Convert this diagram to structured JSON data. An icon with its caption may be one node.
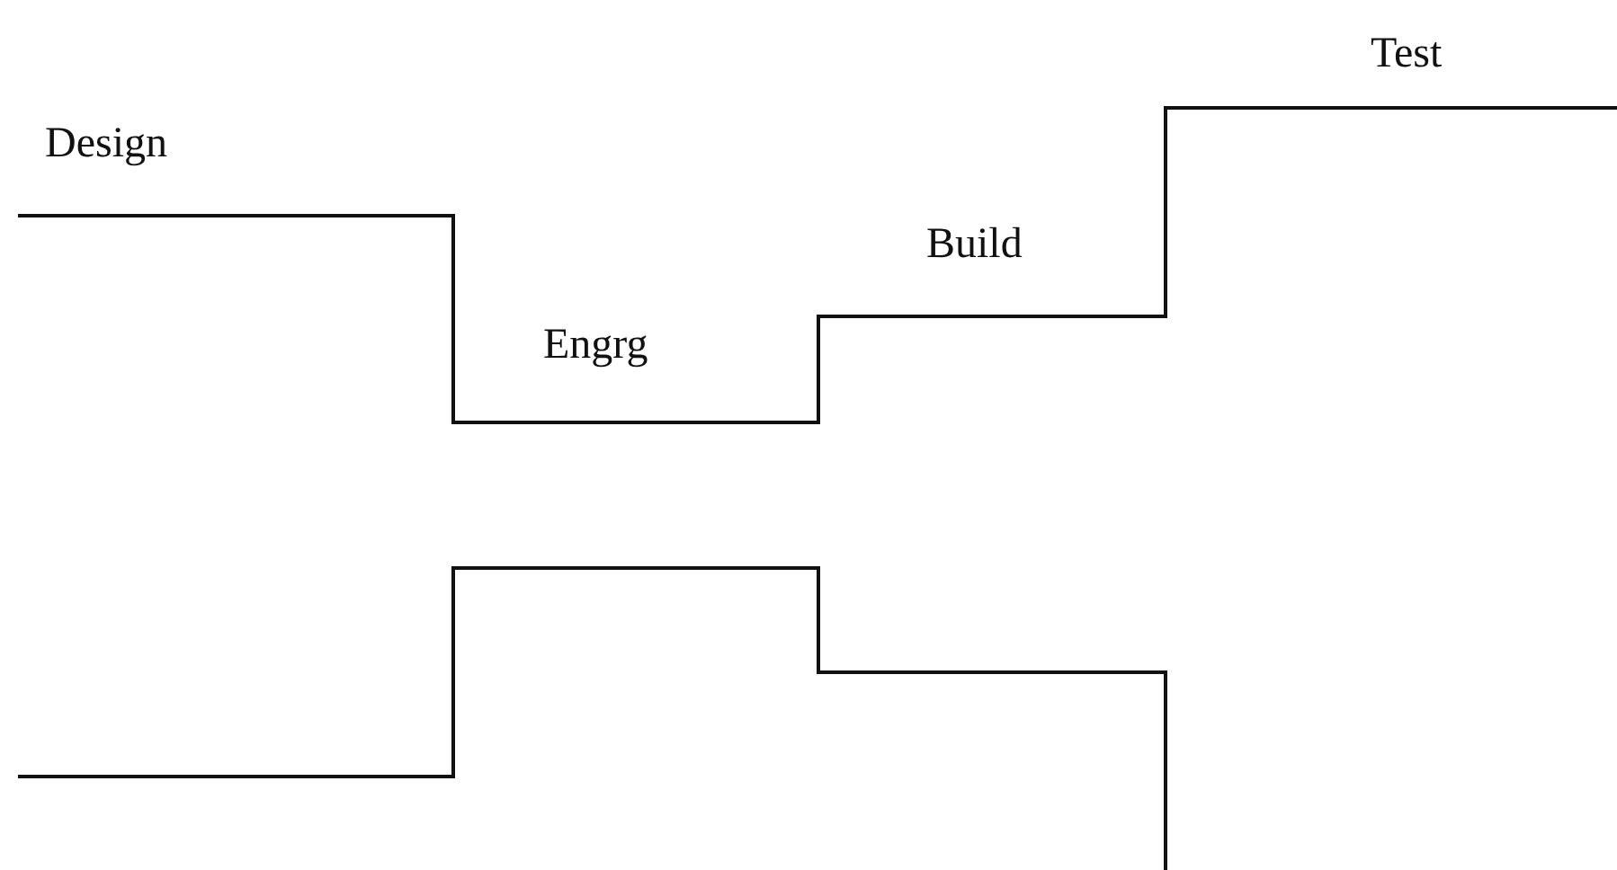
{
  "diagram": {
    "labels": [
      "Design",
      "Engrg",
      "Build",
      "Test"
    ]
  }
}
